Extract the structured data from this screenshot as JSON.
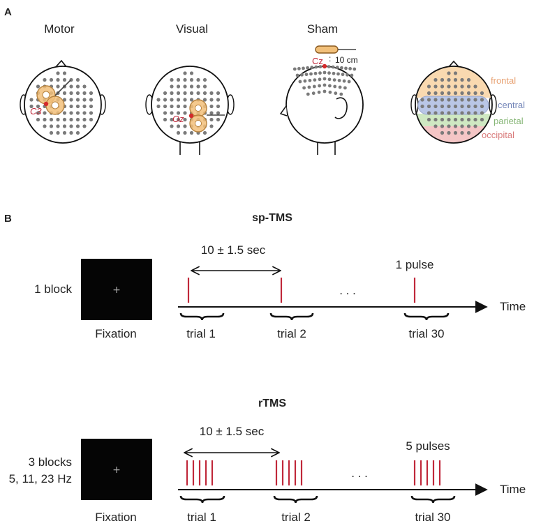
{
  "panel_a": {
    "label": "A",
    "montages": [
      {
        "title": "Motor",
        "electrode": "C3"
      },
      {
        "title": "Visual",
        "electrode": "Oz"
      },
      {
        "title": "Sham",
        "electrode": "Cz",
        "coil_distance": "10 cm"
      }
    ],
    "regions": [
      {
        "name": "frontal",
        "color": "#f2a66b"
      },
      {
        "name": "central",
        "color": "#7d8fc2"
      },
      {
        "name": "parietal",
        "color": "#8fc47e"
      },
      {
        "name": "occipital",
        "color": "#e08a8a"
      }
    ]
  },
  "panel_b": {
    "label": "B",
    "protocols": [
      {
        "name": "sp-TMS",
        "block_text": [
          "1 block"
        ],
        "fixation": "Fixation",
        "interval": "10 ± 1.5 sec",
        "pulse_text": "1 pulse",
        "pulses_per_trial": 1,
        "trials": [
          "trial 1",
          "trial 2",
          "trial 30"
        ],
        "ellipsis": ". . .",
        "axis_label": "Time"
      },
      {
        "name": "rTMS",
        "block_text": [
          "3 blocks",
          "5, 11, 23 Hz"
        ],
        "fixation": "Fixation",
        "interval": "10 ± 1.5 sec",
        "pulse_text": "5 pulses",
        "pulses_per_trial": 5,
        "trials": [
          "trial 1",
          "trial 2",
          "trial 30"
        ],
        "ellipsis": ". . .",
        "axis_label": "Time"
      }
    ]
  },
  "colors": {
    "pulse": "#c0283a",
    "electrode": "#d42a2a",
    "dot": "#7a7a7a",
    "coil": "#f2c07a"
  }
}
